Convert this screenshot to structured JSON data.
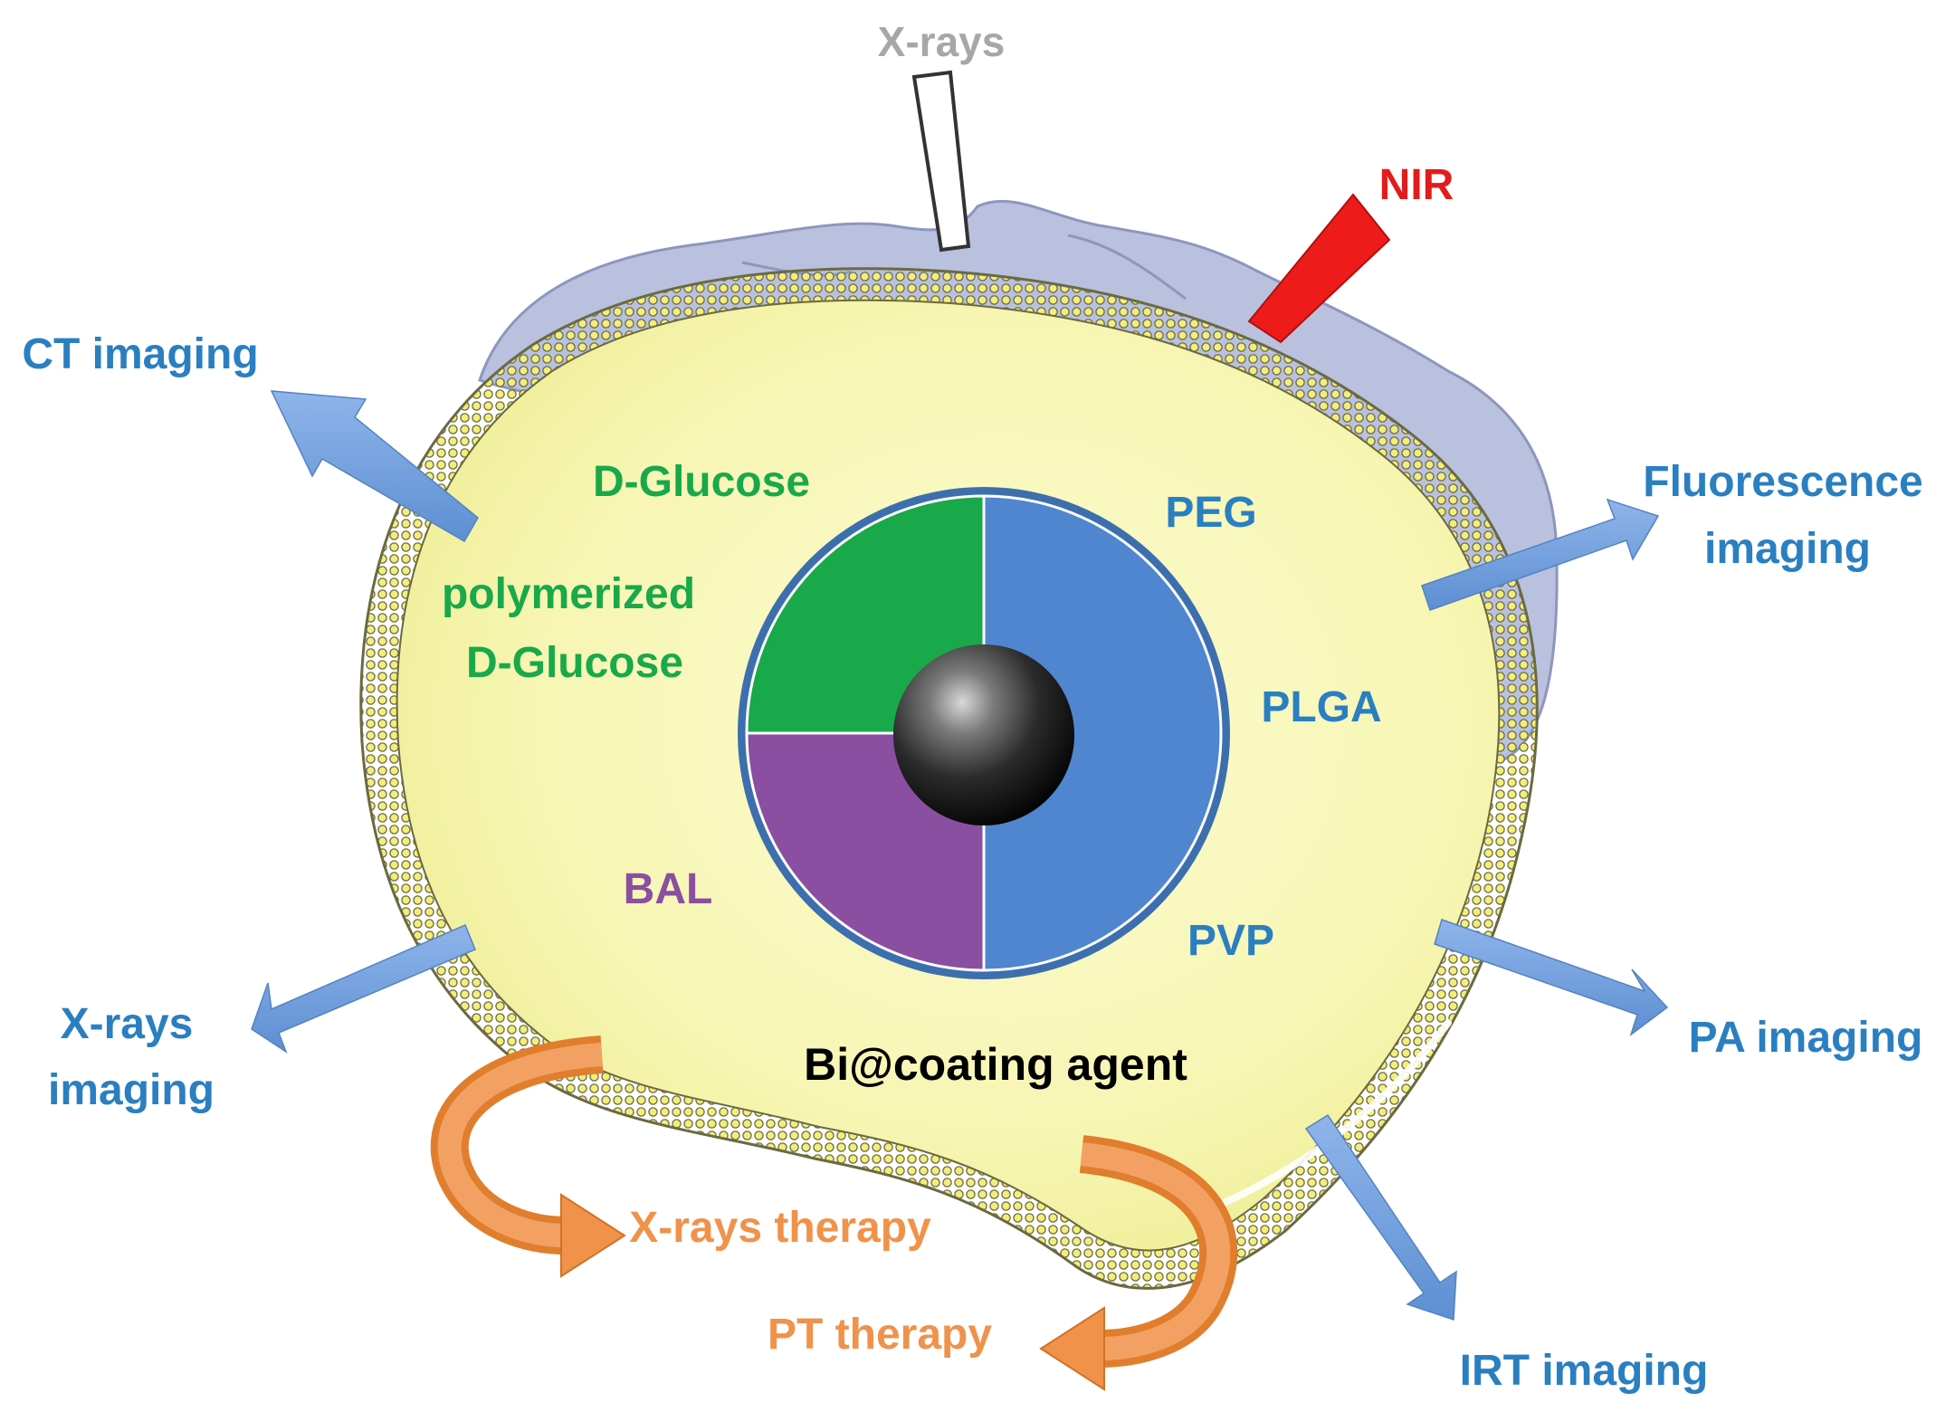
{
  "title": "",
  "colors": {
    "imaging_blue": "#2a7fc1",
    "arrow_blue": "#6f9fdc",
    "therapy_orange": "#f0924a",
    "nir_red": "#e31b1b",
    "xray_gray": "#a7a7a7",
    "glucose_green": "#19a84a",
    "bal_purple": "#8a4fa0",
    "polymer_blue": "#4f86cf",
    "cell_yellow": "#f7f6b4",
    "tissue_lavender": "#b9c1df"
  },
  "stimuli": {
    "xrays": "X-rays",
    "nir": "NIR"
  },
  "imaging": {
    "ct": "CT imaging",
    "fluorescence_line1": "Fluorescence",
    "fluorescence_line2": "imaging",
    "xrays_line1": "X-rays",
    "xrays_line2": "imaging",
    "pa": "PA imaging",
    "irt": "IRT imaging"
  },
  "therapy": {
    "xrays": "X-rays therapy",
    "pt": "PT therapy"
  },
  "coatings": {
    "d_glucose": "D-Glucose",
    "polymerized_line1": "polymerized",
    "polymerized_line2": "D-Glucose",
    "bal": "BAL",
    "peg": "PEG",
    "plga": "PLGA",
    "pvp": "PVP"
  },
  "center_label": "Bi@coating agent",
  "icons": {
    "xray_beam": "xray-beam-icon",
    "nir_beam": "nir-beam-icon",
    "core": "bismuth-core-sphere-icon"
  }
}
